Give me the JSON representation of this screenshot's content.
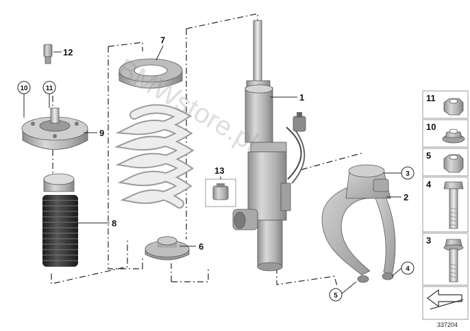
{
  "diagram": {
    "watermark": "BMWstore.pl",
    "document_number": "337204"
  },
  "callouts": {
    "c1": "1",
    "c2": "2",
    "c3": "3",
    "c4": "4",
    "c5": "5",
    "c6": "6",
    "c7": "7",
    "c8": "8",
    "c9": "9",
    "c10": "10",
    "c11": "11",
    "c12": "12",
    "c13": "13"
  },
  "legend": [
    {
      "number": "11",
      "part": "nut"
    },
    {
      "number": "10",
      "part": "flange-nut"
    },
    {
      "number": "5",
      "part": "hex-nut"
    },
    {
      "number": "4",
      "part": "bolt"
    },
    {
      "number": "3",
      "part": "flange-bolt"
    }
  ],
  "colors": {
    "metal": "#b4b4b4",
    "spring": "#e6e6e6",
    "rubber": "#2a2a2a",
    "lines": "#222222"
  }
}
